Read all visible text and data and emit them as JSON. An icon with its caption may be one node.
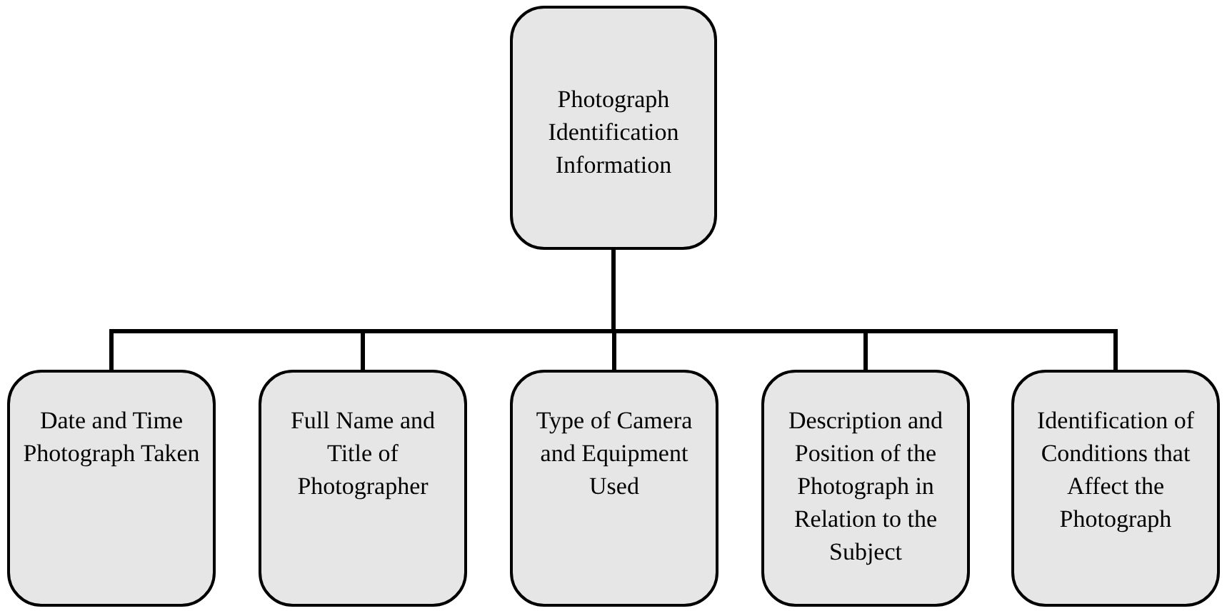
{
  "diagram": {
    "nodes": [
      {
        "text": [
          "Photograph Identification Information"
        ]
      },
      {
        "text": [
          "Date and Time Photograph Taken"
        ]
      },
      {
        "text": [
          "Full Name and Title of Photographer"
        ]
      },
      {
        "text": [
          "Type of Camera and Equipment Used"
        ]
      },
      {
        "text": [
          "Description and Position of the Photograph in Relation to the Subject"
        ]
      },
      {
        "text": [
          "Identification of Conditions that Affect the Photograph"
        ]
      }
    ],
    "edges": [
      {
        "from": 0,
        "to": 1,
        "arrow": "none"
      },
      {
        "from": 0,
        "to": 2,
        "arrow": "none"
      },
      {
        "from": 0,
        "to": 3,
        "arrow": "none"
      },
      {
        "from": 0,
        "to": 4,
        "arrow": "none"
      },
      {
        "from": 0,
        "to": 5,
        "arrow": "none"
      }
    ]
  }
}
